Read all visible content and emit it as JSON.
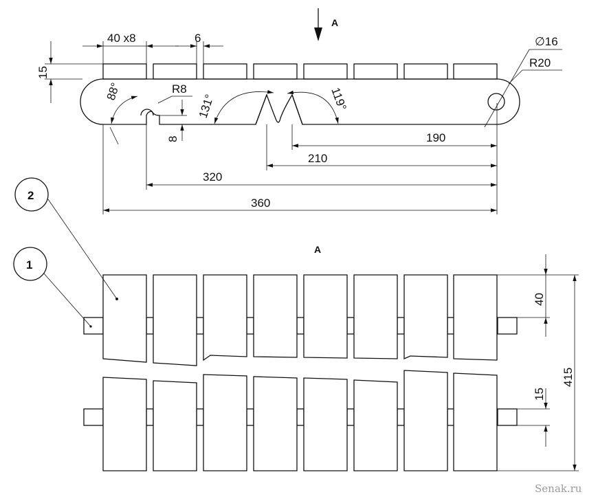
{
  "view_marker": "A",
  "view_title": "A",
  "dimensions": {
    "plank_width": "40 x8",
    "gap": "6",
    "plank_height": "15",
    "hole_diameter": "∅16",
    "end_radius": "R20",
    "notch_radius": "R8",
    "notch_depth": "8",
    "angle_left": "88°",
    "angle_mid_left": "131°",
    "angle_mid_right": "119°",
    "len_190": "190",
    "len_210": "210",
    "len_320": "320",
    "len_360": "360",
    "bottom_40": "40",
    "bottom_15": "15",
    "bottom_415": "415"
  },
  "callouts": [
    {
      "number": "1"
    },
    {
      "number": "2"
    }
  ],
  "watermark": "Senak.ru"
}
